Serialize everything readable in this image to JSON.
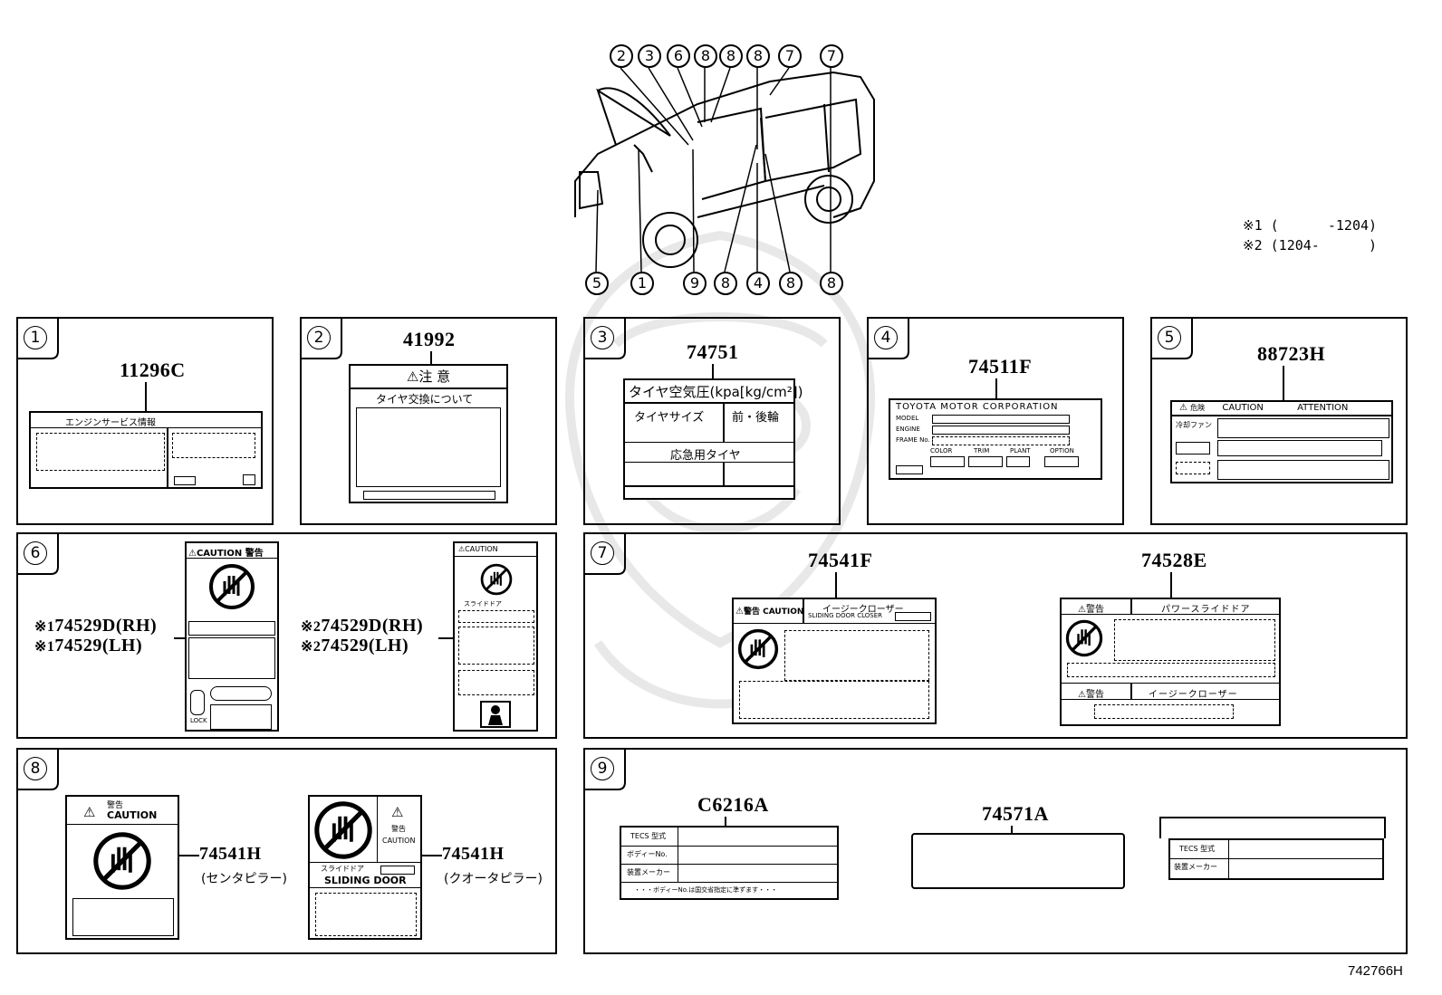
{
  "diagram_id": "742766H",
  "notes": [
    "※1 (      -1204)",
    "※2 (1204-      )"
  ],
  "vehicle_callouts": {
    "top": [
      "2",
      "3",
      "6",
      "8",
      "8",
      "8",
      "7",
      "7"
    ],
    "bottom": [
      "5",
      "1",
      "9",
      "8",
      "4",
      "8",
      "8"
    ]
  },
  "panels": {
    "p1": {
      "num": "1",
      "part": "11296C",
      "label_header": "エンジンサービス情報"
    },
    "p2": {
      "num": "2",
      "part": "41992",
      "title": "注 意",
      "subtitle": "タイヤ交換について"
    },
    "p3": {
      "num": "3",
      "part": "74751",
      "title": "タイヤ空気圧(kpa[kg/cm²])",
      "col1": "タイヤサイズ",
      "col2": "前・後輪",
      "row": "応急用タイヤ"
    },
    "p4": {
      "num": "4",
      "part": "74511F",
      "maker": "TOYOTA MOTOR CORPORATION",
      "rows": [
        "MODEL",
        "ENGINE",
        "FRAME No."
      ],
      "cols": [
        "COLOR",
        "TRIM",
        "PLANT",
        "OPTION"
      ]
    },
    "p5": {
      "num": "5",
      "part": "88723H",
      "head1": "危険",
      "head2": "CAUTION",
      "head3": "ATTENTION",
      "row1": "冷却ファン"
    },
    "p6": {
      "num": "6",
      "left_parts": [
        {
          "mark": "※1",
          "text": "74529D(RH)"
        },
        {
          "mark": "※1",
          "text": "74529(LH)"
        }
      ],
      "right_parts": [
        {
          "mark": "※2",
          "text": "74529D(RH)"
        },
        {
          "mark": "※2",
          "text": "74529(LH)"
        }
      ],
      "label_a_head": "CAUTION 警告",
      "label_a_lock": "LOCK",
      "label_b_head": "CAUTION",
      "label_b_sub": "スライドドア"
    },
    "p7": {
      "num": "7",
      "part_a": "74541F",
      "part_b": "74528E",
      "a_head": "警告 CAUTION",
      "a_title": "イージークローザー",
      "a_sub": "SLIDING DOOR CLOSER",
      "b_head": "警告",
      "b_title": "パワースライドドア",
      "b_head2": "警告",
      "b_title2": "イージークローザー"
    },
    "p8": {
      "num": "8",
      "part_a": "74541H",
      "sub_a": "(センタピラー)",
      "part_b": "74541H",
      "sub_b": "(クオータピラー)",
      "a_head1": "警告",
      "a_head2": "CAUTION",
      "b_head1": "警告",
      "b_head2": "CAUTION",
      "b_sub1": "スライドドア",
      "b_sub2": "SLIDING DOOR"
    },
    "p9": {
      "num": "9",
      "part_a": "C6216A",
      "part_b": "74571A",
      "rows": [
        "TECS 型式",
        "ボディーNo.",
        "装置メーカー"
      ],
      "footer": "・・・ボディーNo.は国交省指定に準ずます・・・",
      "c_rows": [
        "TECS 型式",
        "装置メーカー"
      ]
    }
  },
  "colors": {
    "ink": "#000000",
    "paper": "#ffffff",
    "watermark": "#e6e6e6"
  }
}
